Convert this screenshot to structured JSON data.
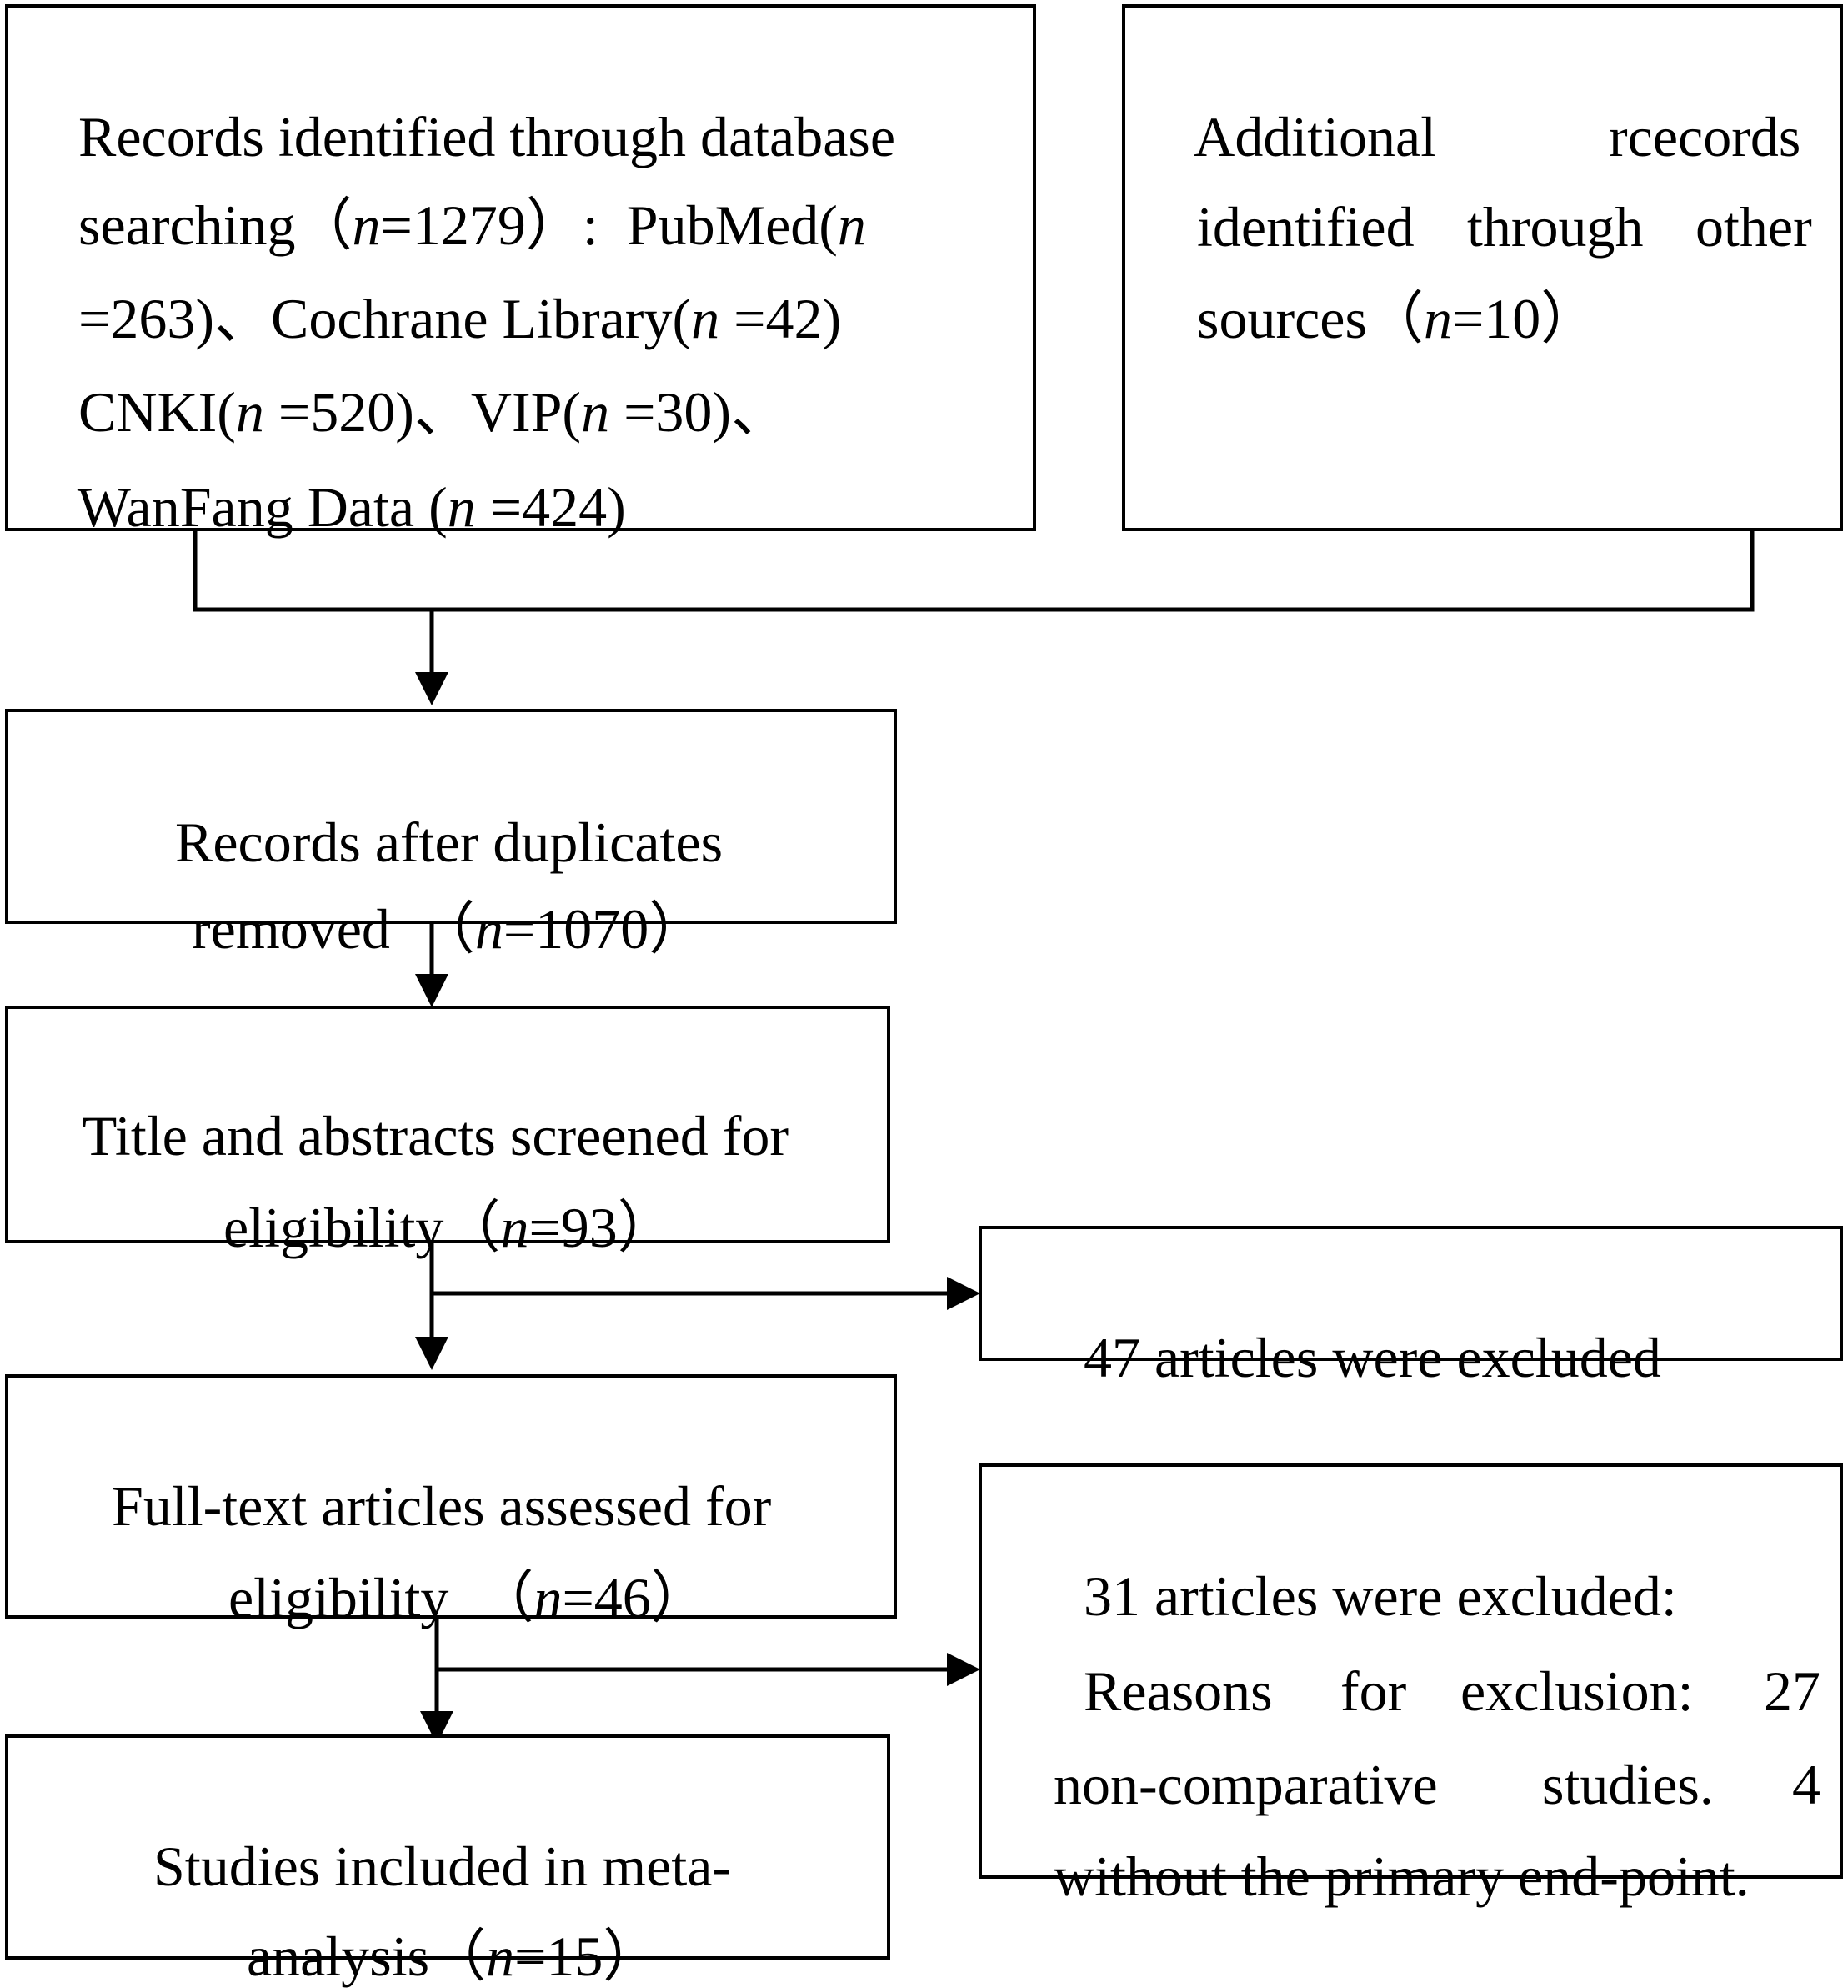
{
  "box_database": {
    "line1": "Records identified through database",
    "line2_a": "searching（",
    "line2_b": "n",
    "line2_c": "=1279）:  PubMed(",
    "line2_d": "n",
    "line3_a": "=263)、Cochrane Library(",
    "line3_b": "n",
    "line3_c": " =42)",
    "line4_a": "CNKI(",
    "line4_b": "n",
    "line4_c": " =520)、VIP(",
    "line4_d": "n",
    "line4_e": " =30)、",
    "line5_a": "WanFang Data (",
    "line5_b": "n",
    "line5_c": " =424)"
  },
  "box_other": {
    "line1_a": "Additional",
    "line1_b": "rcecords",
    "line2_a": "identified",
    "line2_b": "through",
    "line2_c": "other",
    "line3_a": "sources（",
    "line3_b": "n",
    "line3_c": "=10）"
  },
  "box_duplicates": {
    "line1": "Records after duplicates",
    "line2_a": "removed  （",
    "line2_b": "n",
    "line2_c": "=1070）"
  },
  "box_screened": {
    "line1": "Title and abstracts screened for",
    "line2_a": "eligibility（",
    "line2_b": "n",
    "line2_c": "=93）"
  },
  "box_excluded_47": {
    "line1": "47 articles were excluded"
  },
  "box_fulltext": {
    "line1": "Full-text articles assessed for",
    "line2_a": "eligibility  （",
    "line2_b": "n",
    "line2_c": "=46）"
  },
  "box_excluded_31": {
    "line1": "31 articles were excluded:",
    "line2_a": "Reasons",
    "line2_b": "for",
    "line2_c": "exclusion:",
    "line2_d": "27",
    "line3_a": "non-comparative",
    "line3_b": "studies.",
    "line3_c": "4",
    "line4": "without the primary end-point."
  },
  "box_included": {
    "line1": "Studies included in meta-",
    "line2_a": "analysis（",
    "line2_b": "n",
    "line2_c": "=15）"
  }
}
